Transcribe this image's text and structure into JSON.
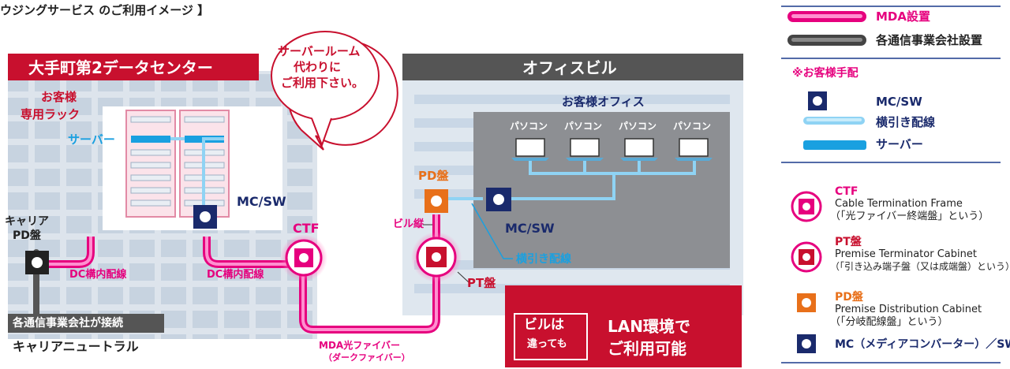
{
  "header_text": "ウジングサービス のご利用イメージ 】",
  "dc": {
    "title": "大手町第2データセンター",
    "rack_label_1": "お客様",
    "rack_label_2": "専用ラック",
    "server_label": "サーバー",
    "mcsw_label": "MC/SW",
    "ctf_label": "CTF",
    "carrier_pd_1": "キャリア",
    "carrier_pd_2": "PD盤",
    "dc_wiring_1": "DC構内配線",
    "dc_wiring_2": "DC構内配線",
    "carrier_connect": "各通信事業会社が接続",
    "carrier_neutral": "キャリアニュートラル"
  },
  "bubble": {
    "line1": "サーバールーム",
    "line2": "代わりに",
    "line3": "ご利用下さい。"
  },
  "office": {
    "title": "オフィスビル",
    "customer_office": "お客様オフィス",
    "pc_labels": [
      "パソコン",
      "パソコン",
      "パソコン",
      "パソコン"
    ],
    "pd_label": "PD盤",
    "building_vertical": "ビル縦",
    "mcsw_label": "MC/SW",
    "horizontal_wiring": "横引き配線",
    "pt_label": "PT盤"
  },
  "mda_fiber_1": "MDA光ファイバー",
  "mda_fiber_2": "（ダークファイバー）",
  "banner": {
    "left_1": "ビルは",
    "left_2": "違っても",
    "right_1": "LAN環境で",
    "right_2": "ご利用可能"
  },
  "legend": {
    "mda": "MDA設置",
    "carrier": "各通信事業会社設置",
    "customer_note": "※お客様手配",
    "mcsw": "MC/SW",
    "hwiring": "横引き配線",
    "server": "サーバー",
    "ctf_name": "CTF",
    "ctf_desc": "Cable Termination Frame",
    "ctf_jp": "（「光ファイバー終端盤」という）",
    "pt_name": "PT盤",
    "pt_desc": "Premise Terminator Cabinet",
    "pt_jp": "（「引き込み端子盤（又は成端盤）という）",
    "pd_name": "PD盤",
    "pd_desc": "Premise Distribution Cabinet",
    "pd_jp": "（「分岐配線盤」という）",
    "mc_name": "MC（メディアコンバーター）／SW"
  },
  "colors": {
    "datacenter_red": "#c8102e",
    "office_gray": "#555555",
    "mda_pink": "#e6007e",
    "navy": "#1a2a6c",
    "light_blue": "#1aa0e0",
    "orange": "#e8701a"
  }
}
